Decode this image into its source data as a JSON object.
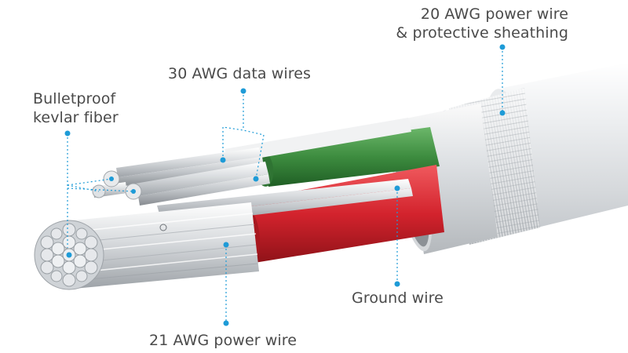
{
  "labels": {
    "sheath": {
      "line1": "20 AWG power wire",
      "line2": "& protective sheathing"
    },
    "data_wires": "30 AWG data wires",
    "kevlar": {
      "line1": "Bulletproof",
      "line2": "kevlar fiber"
    },
    "ground": "Ground wire",
    "power21": "21 AWG power wire"
  },
  "colors": {
    "callout": "#1e9bd7",
    "text": "#4a4a4a",
    "green_insulation": "#3d8c3f",
    "red_insulation": "#d3232d",
    "sheath": "#e4e6e8"
  }
}
